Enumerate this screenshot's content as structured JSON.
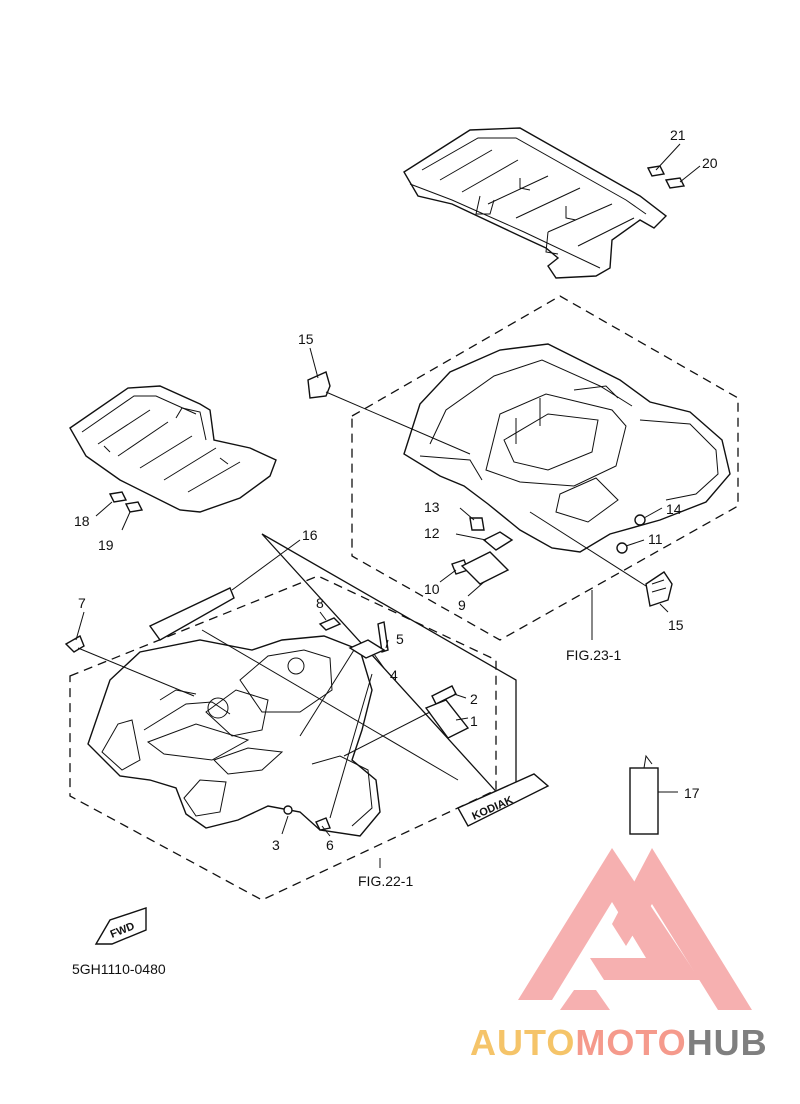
{
  "diagram_code": "5GH1110-0480",
  "fig_refs": {
    "rear": "FIG.23-1",
    "front": "FIG.22-1"
  },
  "decal_text": "KODIAK",
  "fwd_arrow_text": "FWD",
  "callouts": {
    "c1": "1",
    "c2": "2",
    "c3": "3",
    "c4": "4",
    "c5": "5",
    "c6": "6",
    "c7": "7",
    "c8": "8",
    "c9": "9",
    "c10": "10",
    "c11": "11",
    "c12": "12",
    "c13": "13",
    "c14": "14",
    "c15a": "15",
    "c15b": "15",
    "c16": "16",
    "c17": "17",
    "c18": "18",
    "c19": "19",
    "c20": "20",
    "c21": "21"
  },
  "watermark": {
    "part1": "AUTO",
    "part2": "MOTO",
    "part3": "HUB",
    "color1": "#f5c469",
    "color2": "#f59a8c",
    "color3": "#7f7f7f",
    "logo_color": "#f5a3a3"
  }
}
